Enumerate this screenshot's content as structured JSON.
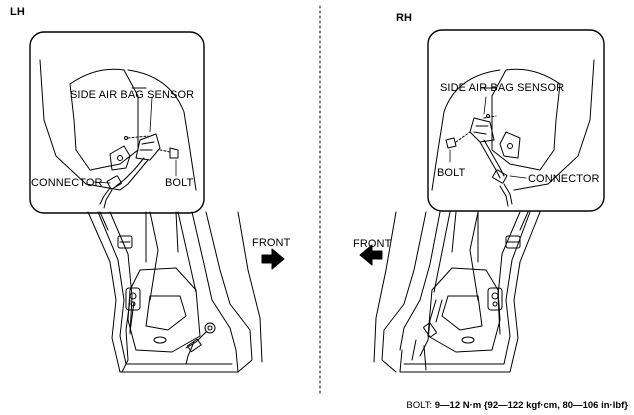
{
  "left_panel": {
    "side": "LH",
    "labels": {
      "sensor": "SIDE AIR BAG SENSOR",
      "connector": "CONNECTOR",
      "bolt": "BOLT",
      "direction": "FRONT"
    }
  },
  "right_panel": {
    "side": "RH",
    "labels": {
      "sensor": "SIDE AIR BAG SENSOR",
      "connector": "CONNECTOR",
      "bolt": "BOLT",
      "direction": "FRONT"
    }
  },
  "torque_spec": {
    "label": "BOLT:",
    "value": "9—12 N·m {92—122 kgf·cm, 80—106 in·lbf}"
  },
  "colors": {
    "line": "#000000",
    "background": "#ffffff",
    "divider": "#000000"
  }
}
